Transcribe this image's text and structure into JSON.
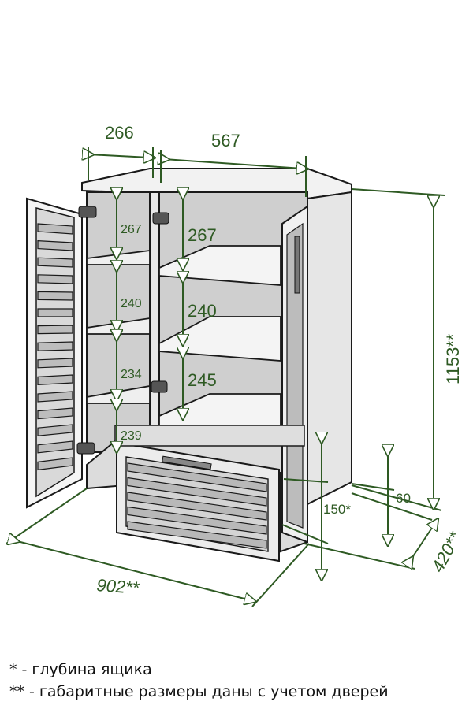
{
  "colors": {
    "dimension": "#2e5a23",
    "outline": "#1a1a1a",
    "panel": "#f2f2f2",
    "shade": "#9a9a9a"
  },
  "dimensions": {
    "left_section_width": "266",
    "right_section_width": "567",
    "total_width": "902**",
    "total_height": "1153**",
    "total_depth": "420**",
    "drawer_depth": "150*",
    "plinth": "60",
    "left_shelf_gaps": [
      "267",
      "240",
      "234",
      "239"
    ],
    "right_shelf_gaps": [
      "267",
      "240",
      "245"
    ]
  },
  "notes": [
    "* - глубина ящика",
    "** - габаритные размеры даны с учетом дверей"
  ]
}
